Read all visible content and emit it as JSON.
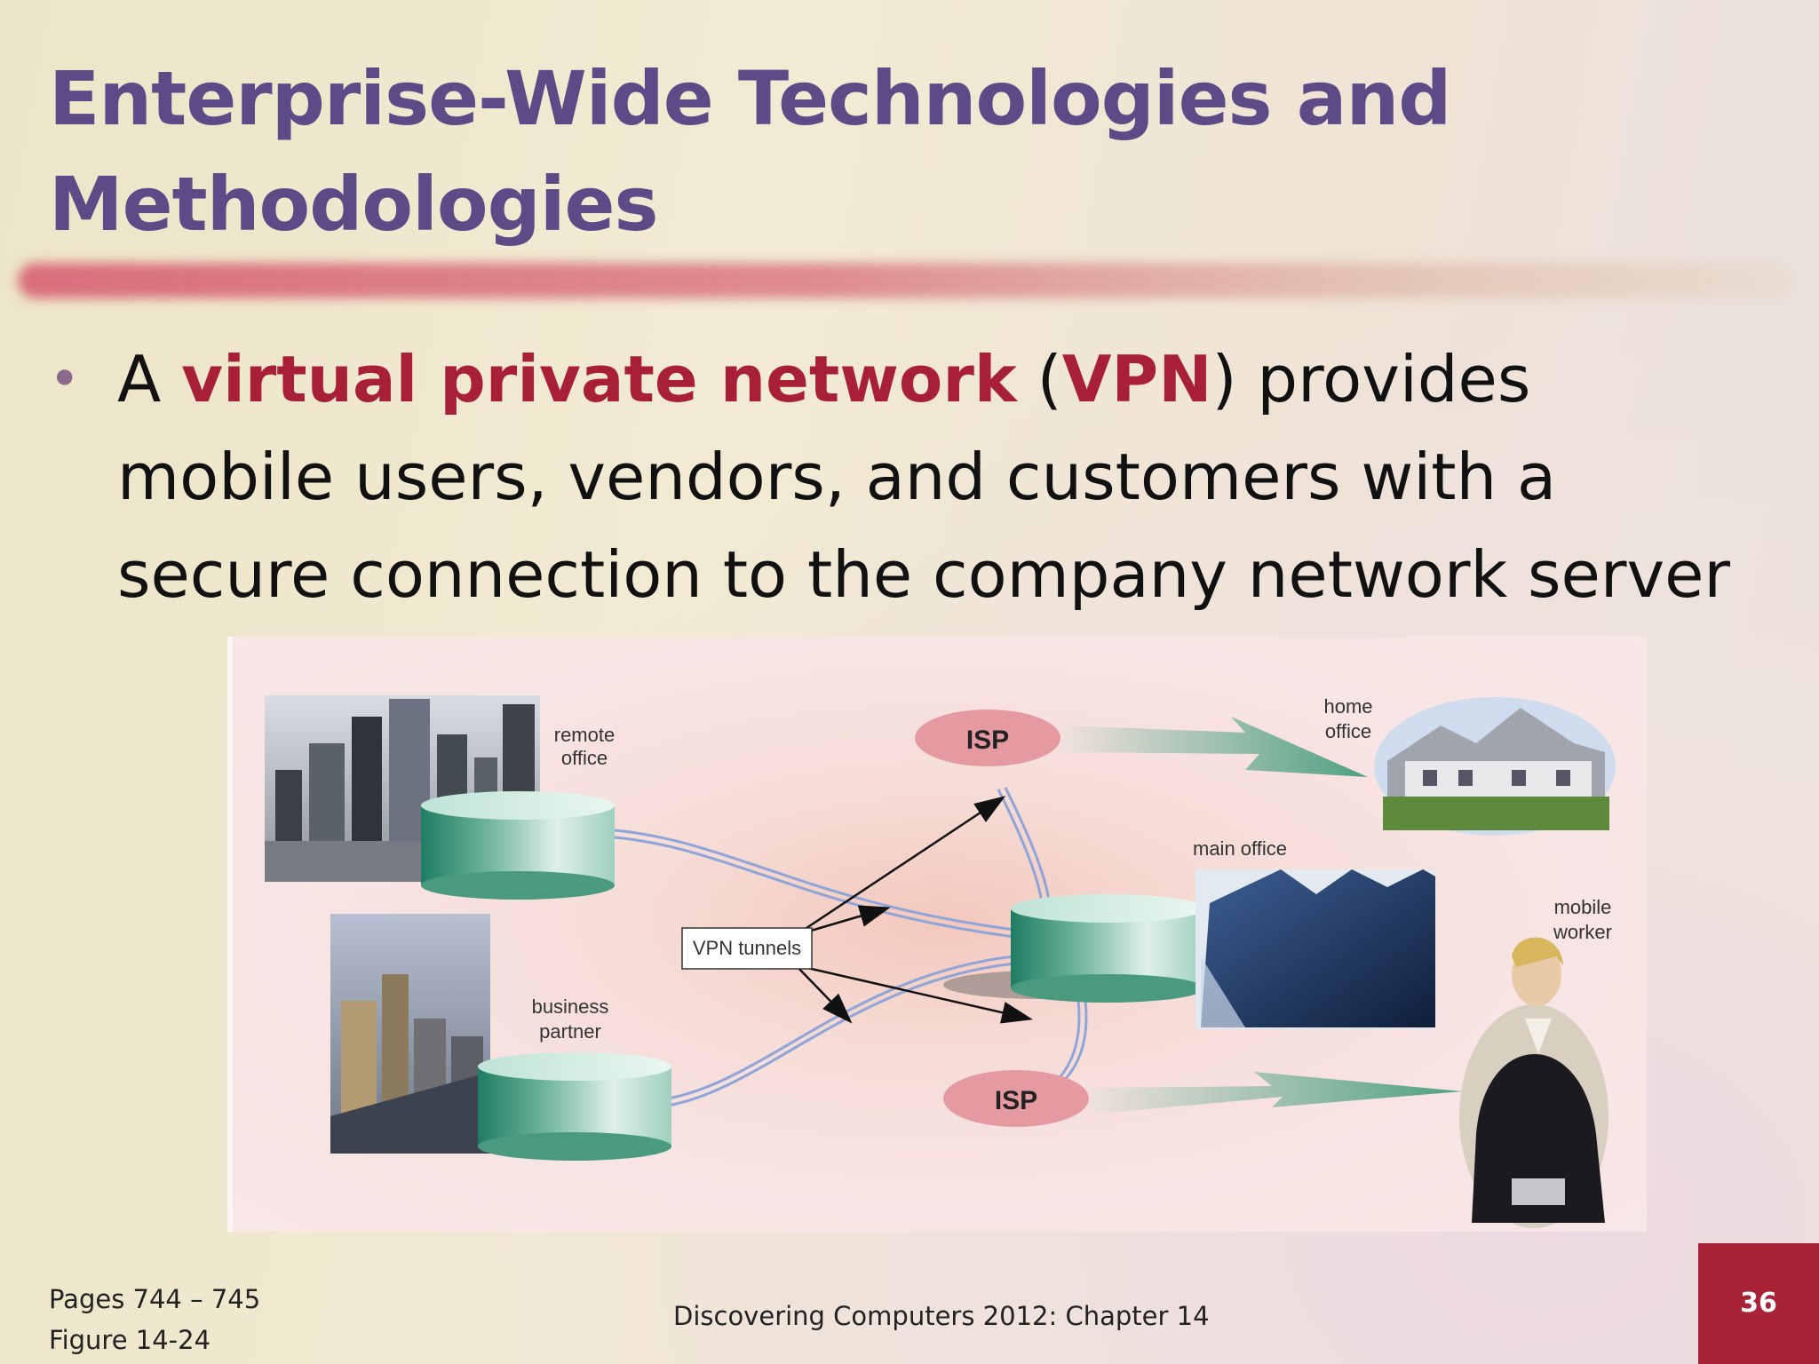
{
  "slide": {
    "title_line1": "Enterprise-Wide Technologies and",
    "title_line2": "Methodologies",
    "bullet": {
      "pre": "A ",
      "term": "virtual private network",
      "mid1": " (",
      "abbr": "VPN",
      "post": ") provides mobile users, vendors, and customers with a secure connection to the company network server"
    }
  },
  "figure": {
    "remote_office_l1": "remote",
    "remote_office_l2": "office",
    "business_partner_l1": "business",
    "business_partner_l2": "partner",
    "vpn_tunnels": "VPN tunnels",
    "isp_top": "ISP",
    "isp_bottom": "ISP",
    "home_office_l1": "home",
    "home_office_l2": "office",
    "main_office": "main office",
    "mobile_worker_l1": "mobile",
    "mobile_worker_l2": "worker"
  },
  "footer": {
    "pages": "Pages 744 – 745",
    "figure_ref": "Figure 14-24",
    "course": "Discovering Computers 2012: Chapter 14",
    "page_number": "36"
  },
  "colors": {
    "title": "#5c4b86",
    "keyword": "#a82038",
    "page_box": "#a82336",
    "cylinder": "#5aa58c",
    "isp": "#e59aa2"
  }
}
